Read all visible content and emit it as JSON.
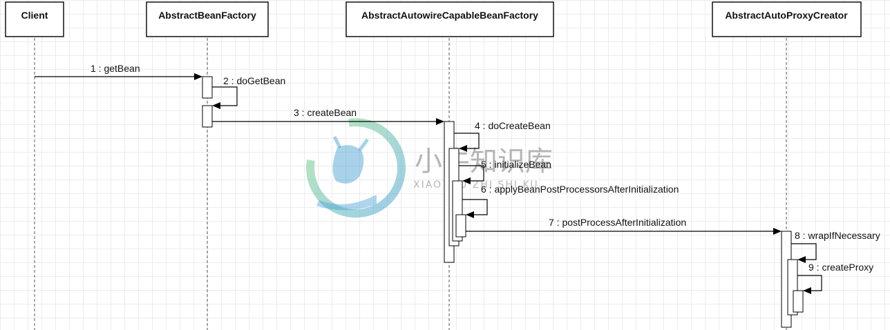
{
  "participants": [
    {
      "name": "Client"
    },
    {
      "name": "AbstractBeanFactory"
    },
    {
      "name": "AbstractAutowireCapableBeanFactory"
    },
    {
      "name": "AbstractAutoProxyCreator"
    }
  ],
  "messages": [
    {
      "number": 1,
      "label": "1 : getBean",
      "from": "Client",
      "to": "AbstractBeanFactory"
    },
    {
      "number": 2,
      "label": "2 : doGetBean",
      "from": "AbstractBeanFactory",
      "to": "AbstractBeanFactory",
      "self": true
    },
    {
      "number": 3,
      "label": "3 : createBean",
      "from": "AbstractBeanFactory",
      "to": "AbstractAutowireCapableBeanFactory"
    },
    {
      "number": 4,
      "label": "4 : doCreateBean",
      "from": "AbstractAutowireCapableBeanFactory",
      "to": "AbstractAutowireCapableBeanFactory",
      "self": true
    },
    {
      "number": 5,
      "label": "5 : initializeBean",
      "from": "AbstractAutowireCapableBeanFactory",
      "to": "AbstractAutowireCapableBeanFactory",
      "self": true
    },
    {
      "number": 6,
      "label": "6 : applyBeanPostProcessorsAfterInitialization",
      "from": "AbstractAutowireCapableBeanFactory",
      "to": "AbstractAutowireCapableBeanFactory",
      "self": true
    },
    {
      "number": 7,
      "label": "7 : postProcessAfterInitialization",
      "from": "AbstractAutowireCapableBeanFactory",
      "to": "AbstractAutoProxyCreator"
    },
    {
      "number": 8,
      "label": "8 : wrapIfNecessary",
      "from": "AbstractAutoProxyCreator",
      "to": "AbstractAutoProxyCreator",
      "self": true
    },
    {
      "number": 9,
      "label": "9 : createProxy",
      "from": "AbstractAutoProxyCreator",
      "to": "AbstractAutoProxyCreator",
      "self": true
    }
  ],
  "watermark": {
    "title": "小牛知识库",
    "subtitle": "XIAO NIU ZHI SHI KU"
  }
}
